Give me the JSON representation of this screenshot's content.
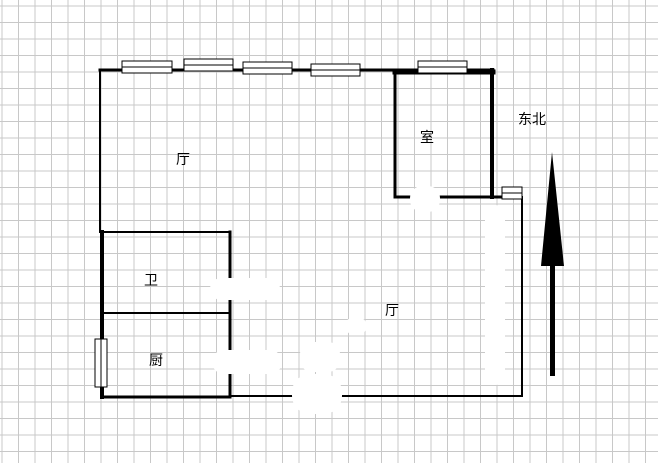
{
  "plan": {
    "rooms": {
      "hall_upper": "厅",
      "bedroom": "室",
      "bathroom": "卫",
      "kitchen": "厨",
      "hall_lower": "厅"
    },
    "orientation_label": "东北"
  },
  "colors": {
    "grid": "#c8c8c8",
    "wall": "#000000",
    "background": "#ffffff"
  }
}
